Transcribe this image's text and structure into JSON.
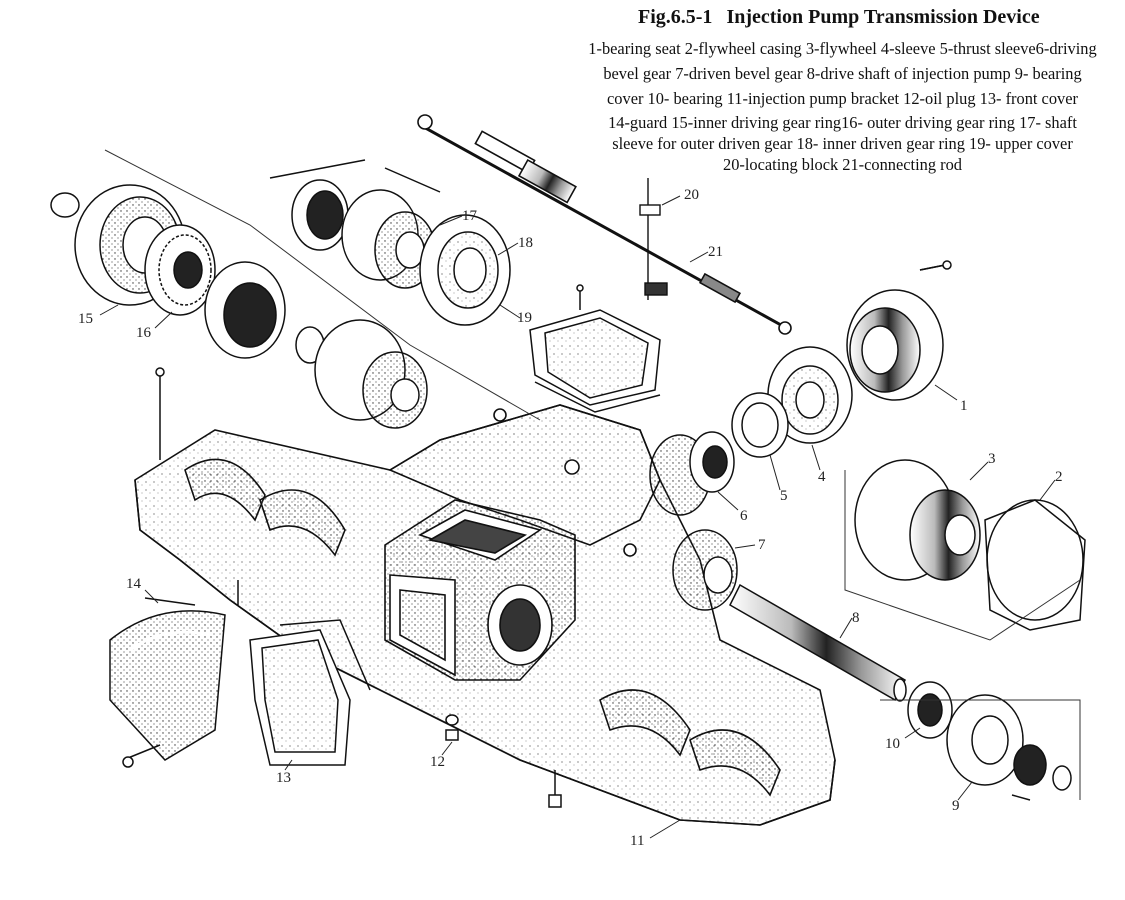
{
  "figure": {
    "number": "Fig.6.5-1",
    "title": "Injection Pump Transmission Device",
    "caption_lines": [
      "1-bearing seat 2-flywheel casing 3-flywheel 4-sleeve 5-thrust sleeve6-driving",
      "bevel gear 7-driven bevel gear 8-drive shaft of injection pump 9- bearing",
      "cover 10- bearing 11-injection pump bracket 12-oil plug 13- front cover",
      "14-guard 15-inner driving gear ring16- outer driving gear ring 17- shaft",
      "sleeve for outer driven gear    18- inner driven gear ring 19- upper cover",
      "20-locating block 21-connecting rod"
    ]
  },
  "callouts": {
    "c1": "1",
    "c2": "2",
    "c3": "3",
    "c4": "4",
    "c5": "5",
    "c6": "6",
    "c7": "7",
    "c8": "8",
    "c9": "9",
    "c10": "10",
    "c11": "11",
    "c12": "12",
    "c13": "13",
    "c14": "14",
    "c15": "15",
    "c16": "16",
    "c17": "17",
    "c18": "18",
    "c19": "19",
    "c20": "20",
    "c21": "21"
  }
}
